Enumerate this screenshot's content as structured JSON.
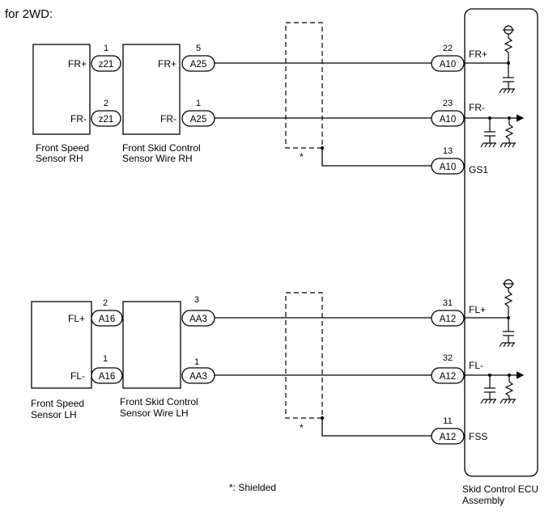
{
  "header": {
    "label": "for 2WD:"
  },
  "footnote": "*: Shielded",
  "shield_mark": "*",
  "components": {
    "sensor_rh": {
      "name_line1": "Front Speed",
      "name_line2": "Sensor RH",
      "pin_labels": [
        "FR+",
        "FR-"
      ]
    },
    "wire_rh": {
      "name_line1": "Front Skid Control",
      "name_line2": "Sensor Wire RH",
      "pin_labels": [
        "FR+",
        "FR-"
      ]
    },
    "sensor_lh": {
      "name_line1": "Front Speed",
      "name_line2": "Sensor LH",
      "pin_labels": [
        "FL+",
        "FL-"
      ]
    },
    "wire_lh": {
      "name_line1": "Front Skid Control",
      "name_line2": "Sensor Wire LH"
    },
    "ecu": {
      "name_line1": "Skid Control ECU",
      "name_line2": "Assembly"
    }
  },
  "connectors": {
    "rh_sensor_top": {
      "code": "z21",
      "pin": "1"
    },
    "rh_sensor_bot": {
      "code": "z21",
      "pin": "2"
    },
    "rh_wire_top": {
      "code": "A25",
      "pin": "5"
    },
    "rh_wire_bot": {
      "code": "A25",
      "pin": "1"
    },
    "ecu_fr_plus": {
      "code": "A10",
      "pin": "22",
      "signal": "FR+"
    },
    "ecu_fr_minus": {
      "code": "A10",
      "pin": "23",
      "signal": "FR-"
    },
    "ecu_gs1": {
      "code": "A10",
      "pin": "13",
      "signal": "GS1"
    },
    "lh_sensor_top": {
      "code": "A16",
      "pin": "2"
    },
    "lh_sensor_bot": {
      "code": "A16",
      "pin": "1"
    },
    "lh_wire_top": {
      "code": "AA3",
      "pin": "3"
    },
    "lh_wire_bot": {
      "code": "AA3",
      "pin": "1"
    },
    "ecu_fl_plus": {
      "code": "A12",
      "pin": "31",
      "signal": "FL+"
    },
    "ecu_fl_minus": {
      "code": "A12",
      "pin": "32",
      "signal": "FL-"
    },
    "ecu_fss": {
      "code": "A12",
      "pin": "11",
      "signal": "FSS"
    }
  }
}
